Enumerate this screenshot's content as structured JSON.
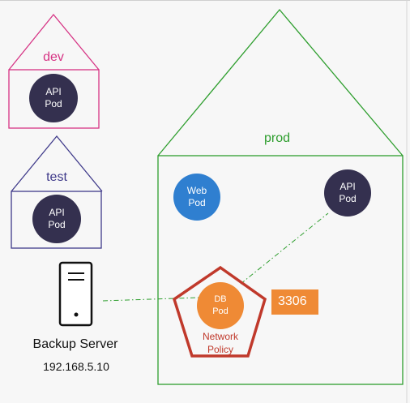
{
  "namespaces": {
    "dev": {
      "label": "dev",
      "color": "#d63384"
    },
    "test": {
      "label": "test",
      "color": "#3f3a8a"
    },
    "prod": {
      "label": "prod",
      "color": "#2e9e2e"
    }
  },
  "pods": {
    "dev_api": {
      "line1": "API",
      "line2": "Pod",
      "color": "#34304f"
    },
    "test_api": {
      "line1": "API",
      "line2": "Pod",
      "color": "#34304f"
    },
    "prod_web": {
      "line1": "Web",
      "line2": "Pod",
      "color": "#2f7fd0"
    },
    "prod_api": {
      "line1": "API",
      "line2": "Pod",
      "color": "#34304f"
    },
    "prod_db": {
      "line1": "DB",
      "line2": "Pod",
      "color": "#ef8a35"
    }
  },
  "network_policy": {
    "line1": "Network",
    "line2": "Policy",
    "color": "#c0392b"
  },
  "port_badge": {
    "label": "3306",
    "color": "#ef8a35"
  },
  "backup_server": {
    "name": "Backup Server",
    "ip": "192.168.5.10",
    "icon": "server-icon"
  },
  "connection_color": "#2e9e2e"
}
